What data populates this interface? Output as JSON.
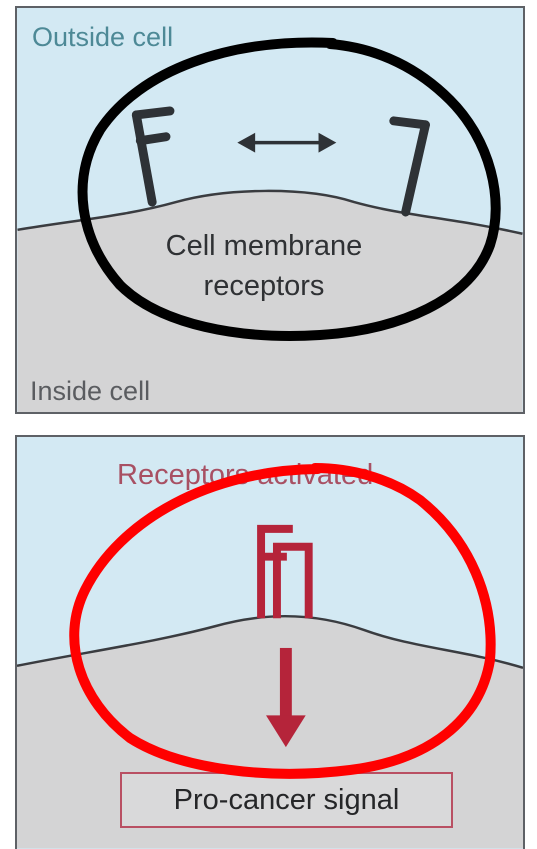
{
  "top_panel": {
    "outside_label": "Outside cell",
    "inside_label": "Inside cell",
    "membrane_label_line1": "Cell membrane",
    "membrane_label_line2": "receptors"
  },
  "bottom_panel": {
    "title": "Receptors activated",
    "signal_label": "Pro-cancer signal"
  },
  "colors": {
    "background_outside": "#d3e9f3",
    "background_inside": "#d4d4d5",
    "receptor_dark": "#2e3236",
    "receptor_red": "#b5243a",
    "circle_top": "#000000",
    "circle_bottom": "#ff0000"
  },
  "icons": [
    "double-arrow-icon",
    "down-arrow-icon",
    "receptor-icon"
  ]
}
